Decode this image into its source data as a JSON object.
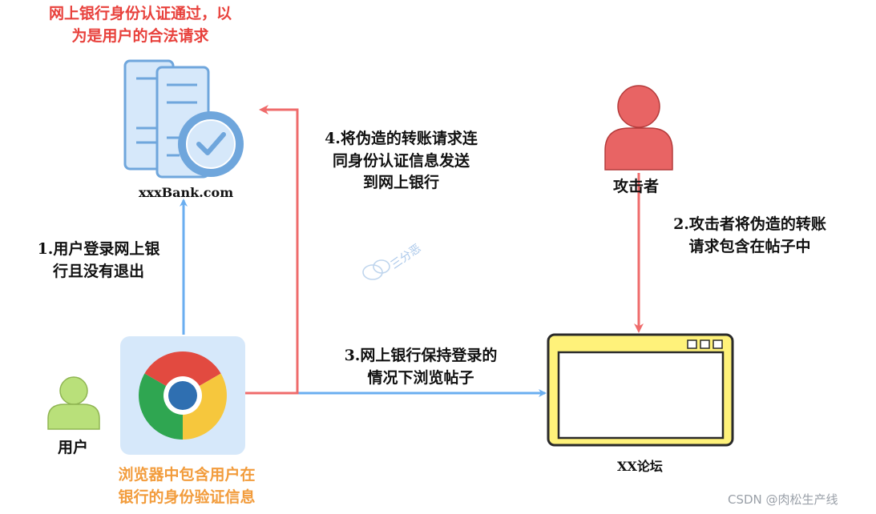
{
  "bank": {
    "note_line1": "网上银行身份认证通过，以",
    "note_line2": "为是用户的合法请求",
    "label": "xxxBank.com"
  },
  "steps": {
    "s1_line1": "1.用户登录网上银",
    "s1_line2": "行且没有退出",
    "s2_line1": "2.攻击者将伪造的转账",
    "s2_line2": "请求包含在帖子中",
    "s3_line1": "3.网上银行保持登录的",
    "s3_line2": "情况下浏览帖子",
    "s4_line1": "4.将伪造的转账请求连",
    "s4_line2": "同身份认证信息发送",
    "s4_line3": "到网上银行"
  },
  "actors": {
    "user_label": "用户",
    "attacker_label": "攻击者"
  },
  "browser": {
    "note_line1": "浏览器中包含用户在",
    "note_line2": "银行的身份验证信息"
  },
  "forum": {
    "label": "XX论坛"
  },
  "watermarks": {
    "center": "三分恶",
    "corner": "CSDN @肉松生产线"
  },
  "colors": {
    "blue_arrow": "#6aaef0",
    "red_arrow": "#ef6b6b",
    "server_fill": "#d6e8fa",
    "server_stroke": "#6fa6dc",
    "user_fill": "#b9e07a",
    "attacker_fill": "#e86464",
    "forum_frame": "#fff27a"
  }
}
